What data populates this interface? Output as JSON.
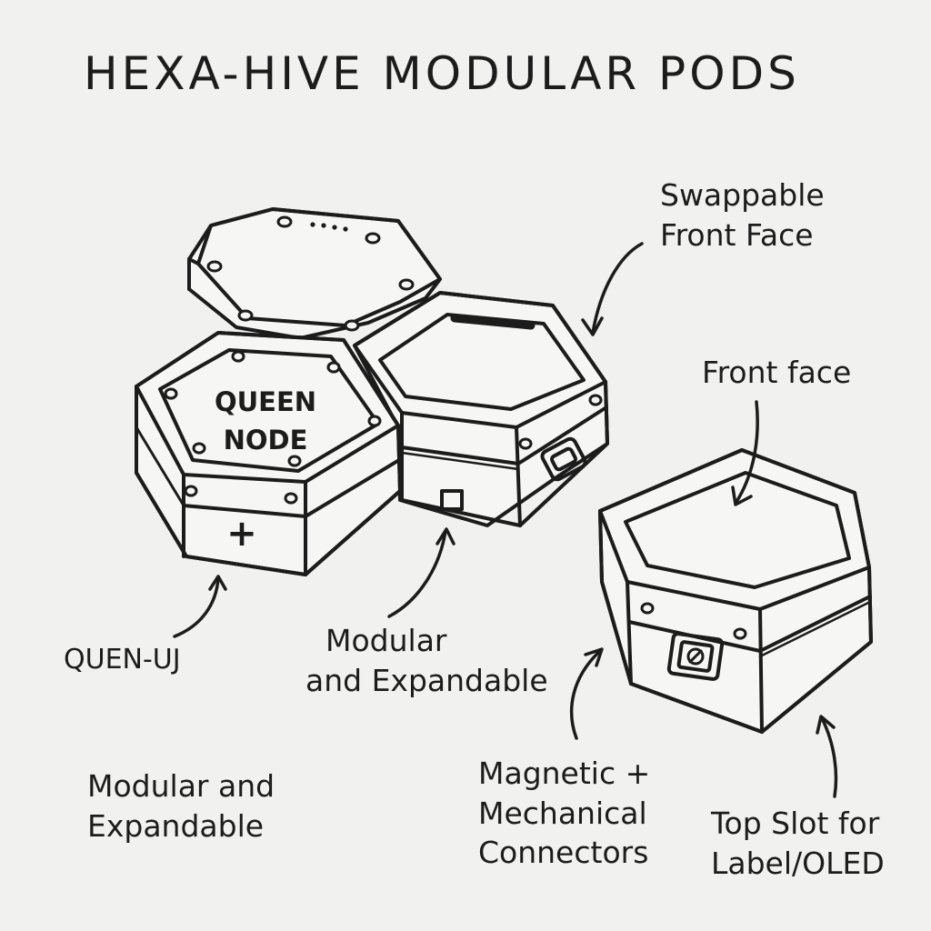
{
  "title": "HEXA-HIVE MODULAR PODS",
  "pod_labels": {
    "queen_line1": "QUEEN",
    "queen_line2": "NODE",
    "plus_sign": "+"
  },
  "callouts": {
    "swappable_front_face_line1": "Swappable",
    "swappable_front_face_line2": "Front Face",
    "front_face": "Front face",
    "queen_code": "QUEN-UJ",
    "modular_expandable_center_line1": "Modular",
    "modular_expandable_center_line2": "and Expandable",
    "modular_expandable_left_line1": "Modular and",
    "modular_expandable_left_line2": "Expandable",
    "connectors_line1": "Magnetic +",
    "connectors_line2": "Mechanical",
    "connectors_line3": "Connectors",
    "top_slot_line1": "Top Slot for",
    "top_slot_line2": "Label/OLED"
  },
  "colors": {
    "ink": "#1c1c1c",
    "paper": "#f1f1ef"
  }
}
